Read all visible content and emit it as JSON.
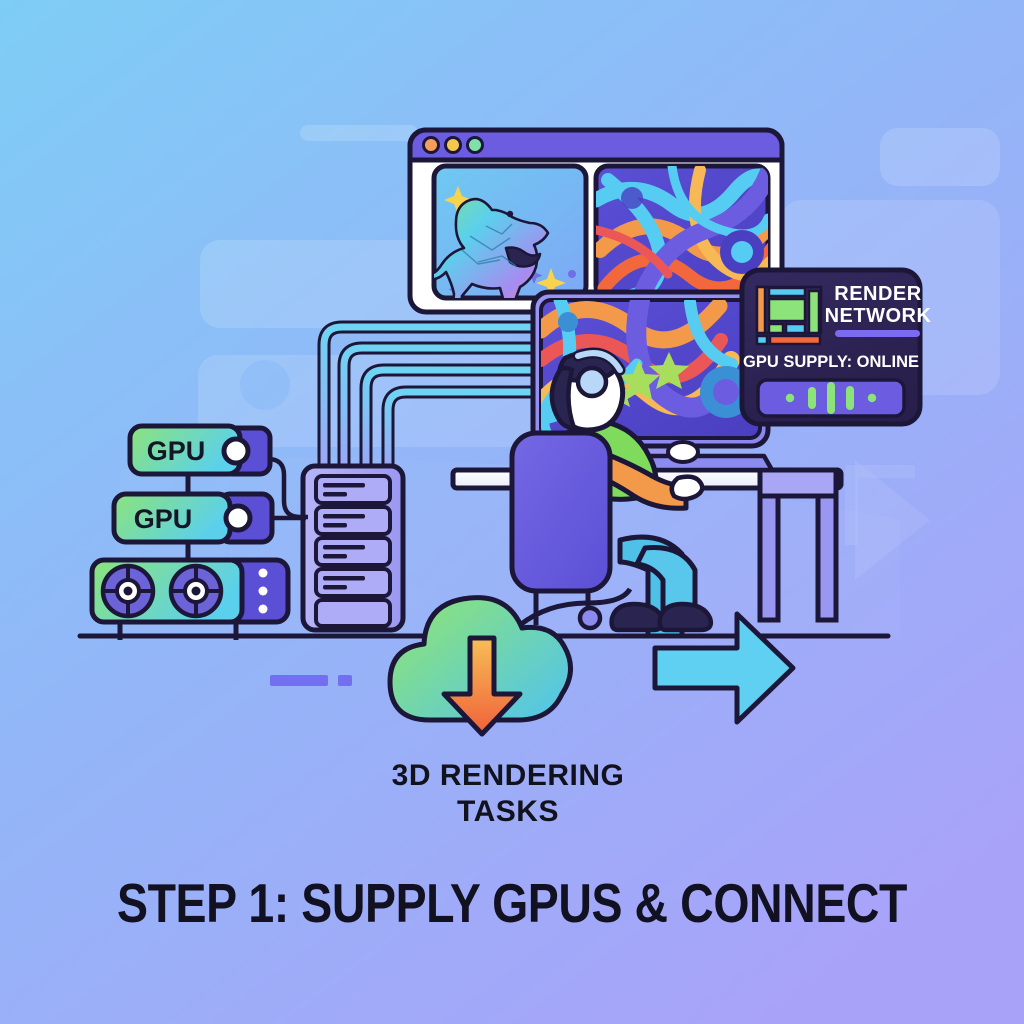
{
  "scene": {
    "title": "Step 1: Supply GPUs & Connect — 3D Rendering Tasks illustration",
    "background": {
      "gradient_from": "#7ECDF6",
      "gradient_mid": "#93B6F8",
      "gradient_to": "#A8A3F9"
    }
  },
  "headline": {
    "text": "STEP 1: SUPPLY GPUS & CONNECT",
    "color": "#111122"
  },
  "caption": {
    "line1": "3D RENDERING",
    "line2": "TASKS",
    "color": "#12121f"
  },
  "browser_window": {
    "traffic_lights": [
      {
        "name": "close-dot",
        "color": "#F59E5B"
      },
      {
        "name": "minimize-dot",
        "color": "#F2C94C"
      },
      {
        "name": "maximize-dot",
        "color": "#7FE0A8"
      }
    ],
    "titlebar_color": "#6C5CE0",
    "panes": [
      {
        "name": "dino-render-preview",
        "label": "3D dinosaur wireframe render"
      },
      {
        "name": "abstract-render-preview",
        "label": "Abstract swirl render"
      }
    ]
  },
  "monitor": {
    "name": "artist-monitor",
    "screen_label": "Abstract render in progress",
    "bezel_color": "#8C8BF0"
  },
  "render_network_panel": {
    "title_line1": "RENDER",
    "title_line2": "NETWORK",
    "status_label": "GPU SUPPLY: ONLINE",
    "panel_bg": "#2E2554",
    "accent_bar_color": "#7A6BF0",
    "indicator_color": "#8CE37A",
    "indicators": [
      {
        "type": "dot"
      },
      {
        "type": "bar",
        "height": 22
      },
      {
        "type": "bar",
        "height": 32
      },
      {
        "type": "bar",
        "height": 24
      },
      {
        "type": "dot"
      }
    ],
    "thumbnail_blocks": [
      {
        "color": "#F2994A"
      },
      {
        "color": "#56CCF2"
      },
      {
        "color": "#8CE37A"
      },
      {
        "color": "#56CCF2"
      },
      {
        "color": "#8CE37A"
      },
      {
        "color": "#EB5757"
      }
    ]
  },
  "gpu_stack": {
    "cards": [
      {
        "name": "gpu-card-top",
        "label": "GPU",
        "port_color": "#5B4FD6"
      },
      {
        "name": "gpu-card-middle",
        "label": "GPU",
        "port_color": "#5B4FD6"
      }
    ],
    "base_unit": {
      "name": "gpu-base-unit",
      "label": "",
      "fan_count": 2,
      "led_count": 3
    },
    "gradient_from": "#8CE37A",
    "gradient_to": "#56CCF2"
  },
  "server_rack": {
    "name": "server-rack",
    "slot_count": 5,
    "body_color": "#A9A7F5"
  },
  "cables": {
    "count": 4,
    "colors": [
      "#56CCF2",
      "#6FD4F4",
      "#4FC3F0",
      "#3FB8EE"
    ]
  },
  "cloud_download": {
    "name": "cloud-download-icon",
    "cloud_gradient_from": "#8CE37A",
    "cloud_gradient_to": "#56CCF2",
    "arrow_gradient_from": "#F7B955",
    "arrow_gradient_to": "#F2683C"
  },
  "flow_arrow": {
    "name": "flow-arrow-right",
    "color": "#5FD0F2"
  },
  "artist": {
    "name": "artist-figure",
    "shirt_color": "#7EDB5C",
    "skin_color": "#F2994A",
    "pants_color": "#4FC0E8",
    "chair_color": "#6C5CE0",
    "headphones_color": "#2A2550"
  },
  "decor": {
    "dash_long_color": "#6C63F0",
    "dash_short_color": "#6C63F0",
    "ghost_panel_color": "#FFFFFF"
  }
}
